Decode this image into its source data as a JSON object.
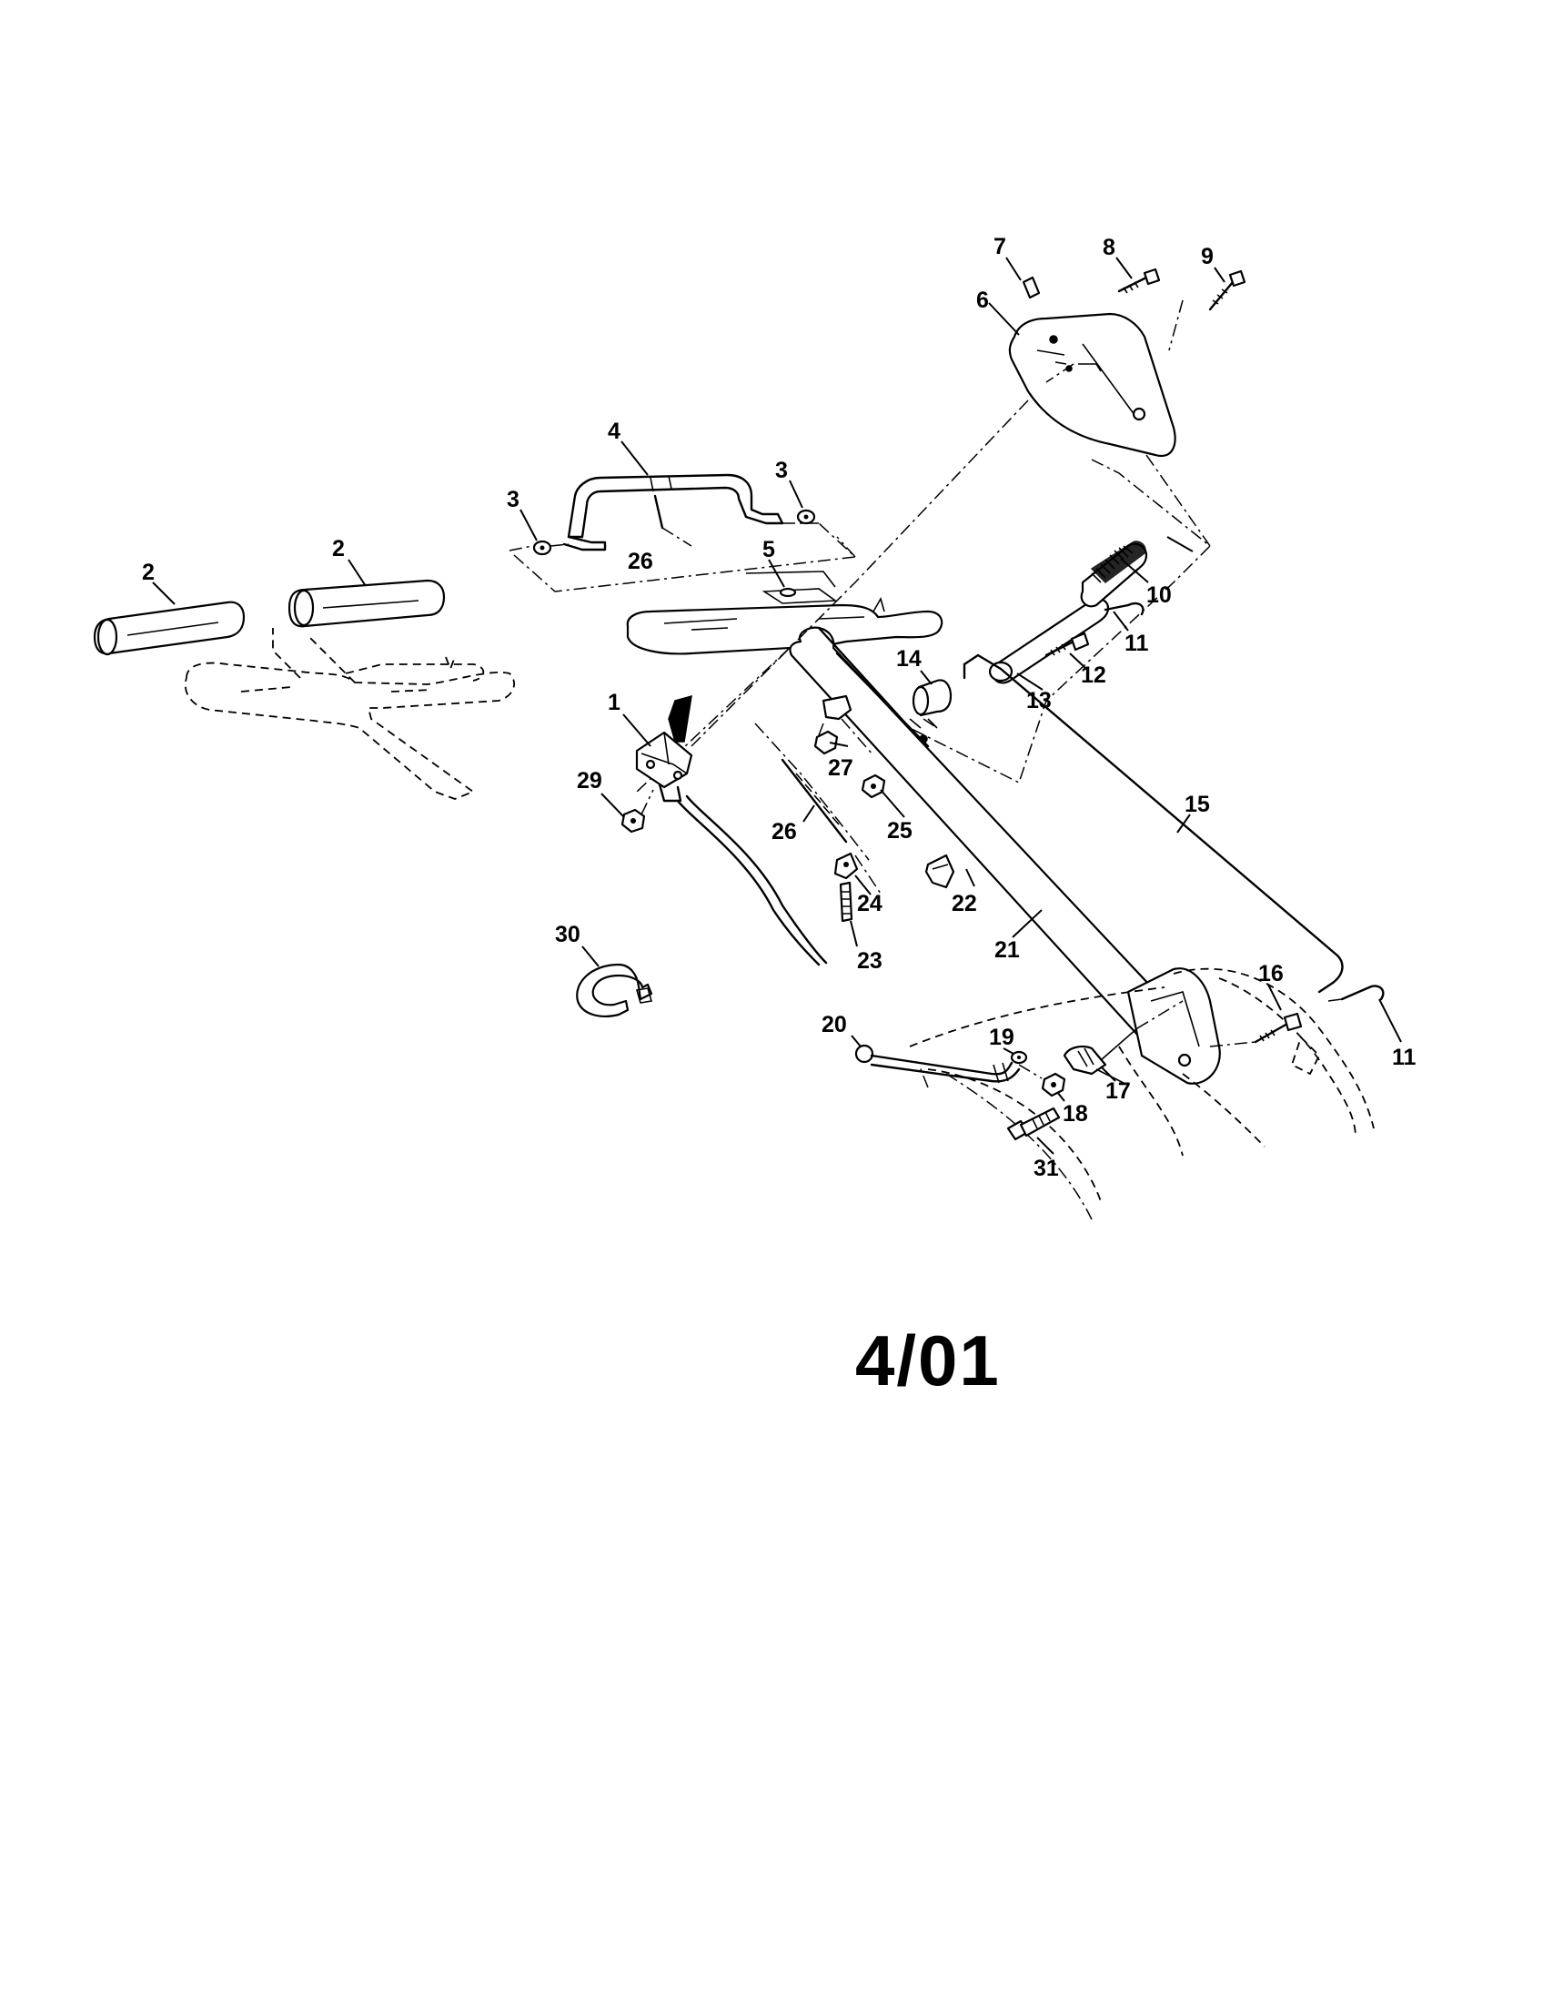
{
  "revision_code": "4/01",
  "labels": {
    "l1": "1",
    "l2a": "2",
    "l2b": "2",
    "l3a": "3",
    "l3b": "3",
    "l4": "4",
    "l5": "5",
    "l6": "6",
    "l7": "7",
    "l8": "8",
    "l9": "9",
    "l10": "10",
    "l11a": "11",
    "l11b": "11",
    "l12": "12",
    "l13": "13",
    "l14": "14",
    "l15": "15",
    "l16": "16",
    "l17": "17",
    "l18": "18",
    "l19": "19",
    "l20": "20",
    "l21": "21",
    "l22": "22",
    "l23": "23",
    "l24": "24",
    "l25": "25",
    "l26a": "26",
    "l26b": "26",
    "l27": "27",
    "l29": "29",
    "l30": "30",
    "l31": "31"
  }
}
